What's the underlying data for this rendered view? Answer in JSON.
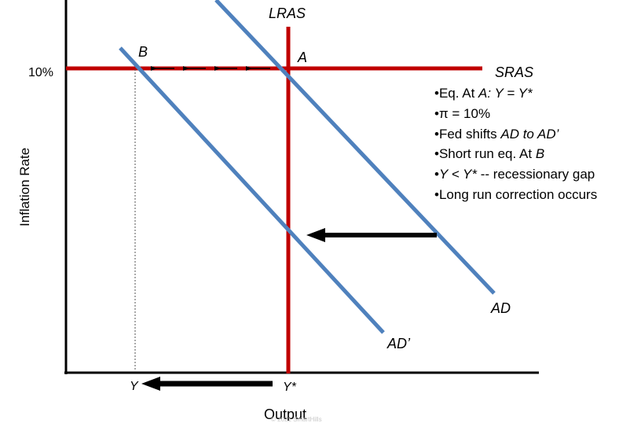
{
  "labels": {
    "lras": "LRAS",
    "sras": "SRAS",
    "point_a": "A",
    "point_b": "B",
    "ad": "AD",
    "ad_prime": "AD’",
    "inflation_tick": "10%",
    "y_axis_label": "Inflation Rate",
    "x_axis_label": "Output",
    "y_label": "Y",
    "y_star_label": "Y*",
    "copyright": "© 2021 SmartHills"
  },
  "bullets": [
    {
      "parts": [
        {
          "t": "Eq. At ",
          "i": false
        },
        {
          "t": "A: Y = Y*",
          "i": true
        }
      ]
    },
    {
      "parts": [
        {
          "t": "π = 10%",
          "i": false
        }
      ]
    },
    {
      "parts": [
        {
          "t": "Fed shifts ",
          "i": false
        },
        {
          "t": "AD to AD’",
          "i": true
        }
      ]
    },
    {
      "parts": [
        {
          "t": "Short run eq. At ",
          "i": false
        },
        {
          "t": "B",
          "i": true
        }
      ]
    },
    {
      "parts": [
        {
          "t": "Y < Y*",
          "i": true
        },
        {
          "t": " -- recessionary gap",
          "i": false
        }
      ]
    },
    {
      "parts": [
        {
          "t": "Long run correction occurs",
          "i": false
        }
      ]
    }
  ],
  "colors": {
    "aggregate_supply": "#c00000",
    "aggregate_demand": "#4f81bd",
    "axes": "#000000",
    "arrows": "#000000"
  }
}
